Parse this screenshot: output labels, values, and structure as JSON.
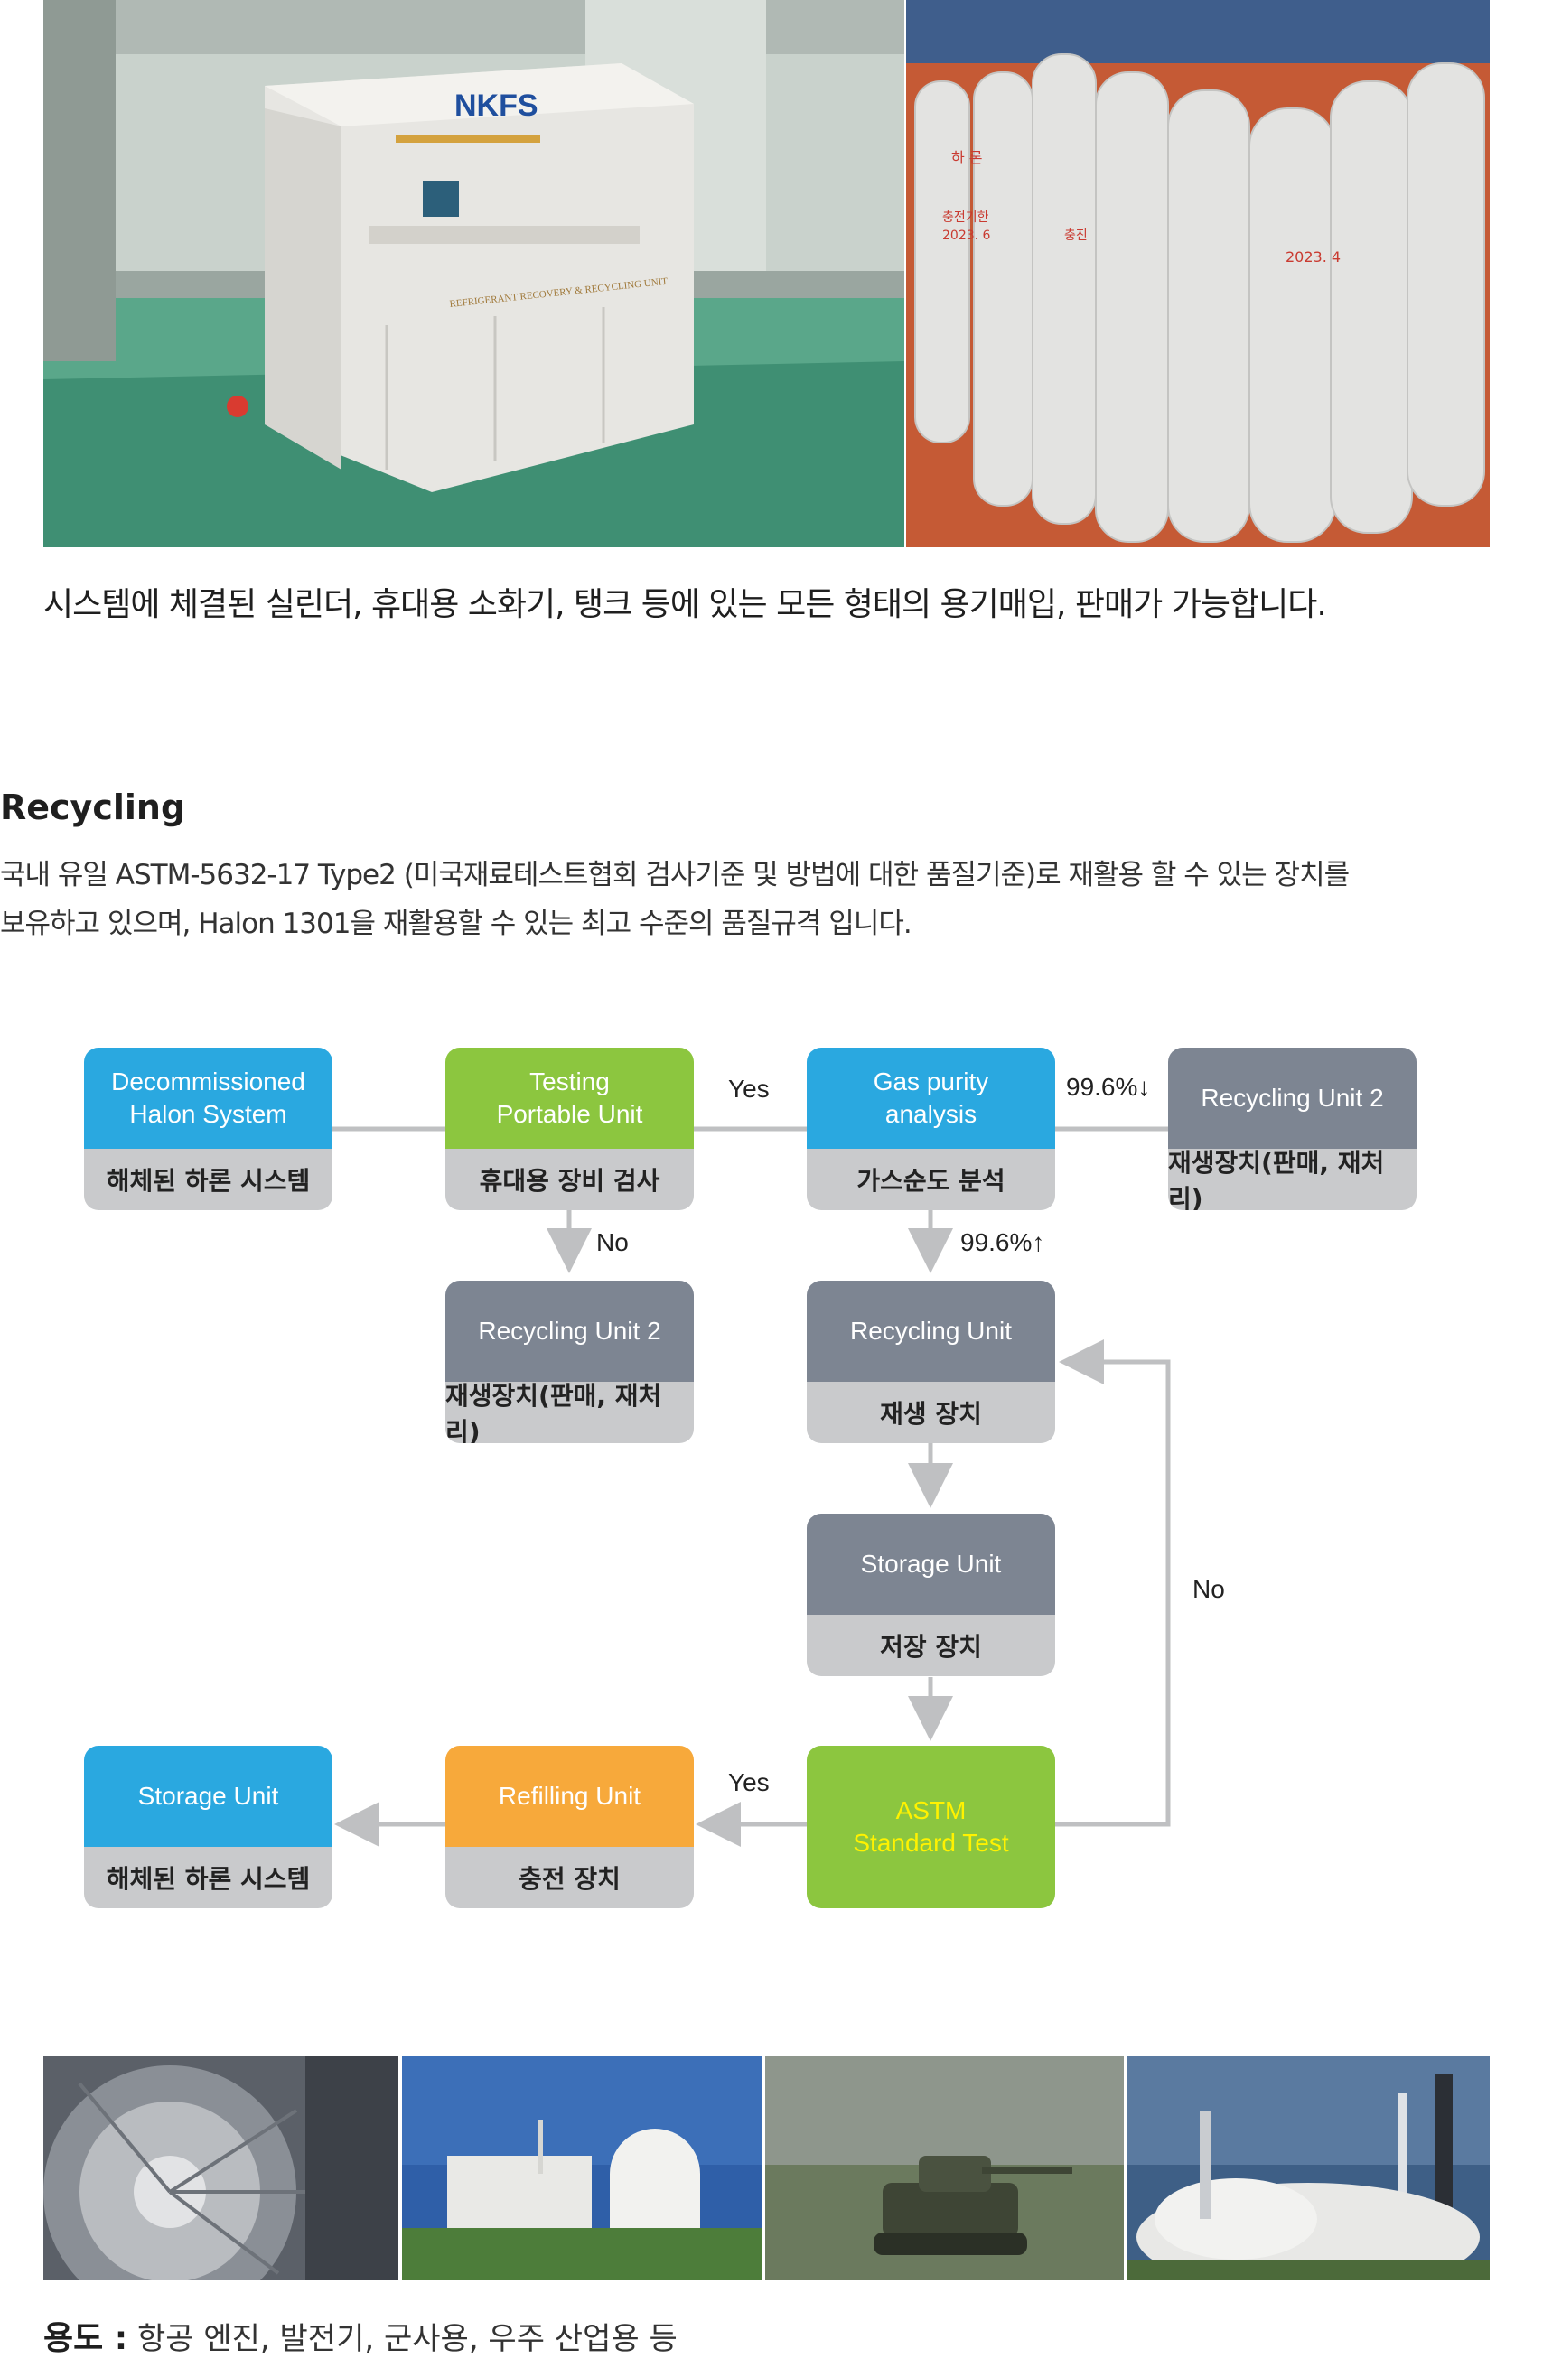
{
  "top_caption": "시스템에 체결된 실린더, 휴대용 소화기, 탱크 등에 있는 모든 형태의 용기매입, 판매가 가능합니다.",
  "machine_photo": {
    "logo": "NKFS",
    "panel_text": "REFRIGERANT RECOVERY & RECYCLING UNIT"
  },
  "cylinder_photo": {
    "labels": [
      "하 론",
      "충전기한",
      "2023. 6",
      "충진",
      "2023. 4"
    ]
  },
  "section": {
    "title": "Recycling",
    "description_line1": "국내 유일 ASTM-5632-17 Type2 (미국재료테스트협회 검사기준 및 방법에 대한 품질기준)로 재활용 할 수 있는 장치를",
    "description_line2": "보유하고 있으며, Halon 1301을 재활용할 수 있는 최고 수준의 품질규격 입니다."
  },
  "flow": {
    "boxes": {
      "decommissioned": {
        "title1": "Decommissioned",
        "title2": "Halon System",
        "ko": "해체된 하론 시스템"
      },
      "testing": {
        "title1": "Testing",
        "title2": "Portable Unit",
        "ko": "휴대용 장비 검사"
      },
      "gas_purity": {
        "title1": "Gas purity",
        "title2": "analysis",
        "ko": "가스순도 분석"
      },
      "recycling2_top": {
        "title1": "Recycling Unit 2",
        "ko": "재생장치(판매, 재처리)"
      },
      "recycling2_mid": {
        "title1": "Recycling Unit 2",
        "ko": "재생장치(판매, 재처리)"
      },
      "recycling": {
        "title1": "Recycling Unit",
        "ko": "재생 장치"
      },
      "storage_mid": {
        "title1": "Storage Unit",
        "ko": "저장 장치"
      },
      "astm": {
        "title1": "ASTM",
        "title2": "Standard Test"
      },
      "refilling": {
        "title1": "Refilling Unit",
        "ko": "충전 장치"
      },
      "storage_final": {
        "title1": "Storage Unit",
        "ko": "해체된 하론 시스템"
      }
    },
    "labels": {
      "yes1": "Yes",
      "purity_low": "99.6%↓",
      "no1": "No",
      "purity_high": "99.6%↑",
      "no2": "No",
      "yes2": "Yes"
    },
    "colors": {
      "blue": "#2aa8e0",
      "green": "#8cc63f",
      "gray": "#7d8592",
      "orange": "#f7a93b",
      "subtitle_bg": "#c9cacc",
      "astm_text": "#fff200",
      "line": "#bfc0c2"
    }
  },
  "usage": {
    "label": "용도 :",
    "text": "항공 엔진, 발전기, 군사용, 우주 산업용 등"
  },
  "bottom_photos": [
    "jet-engine",
    "power-plant",
    "military-tank",
    "rocket-launch"
  ]
}
